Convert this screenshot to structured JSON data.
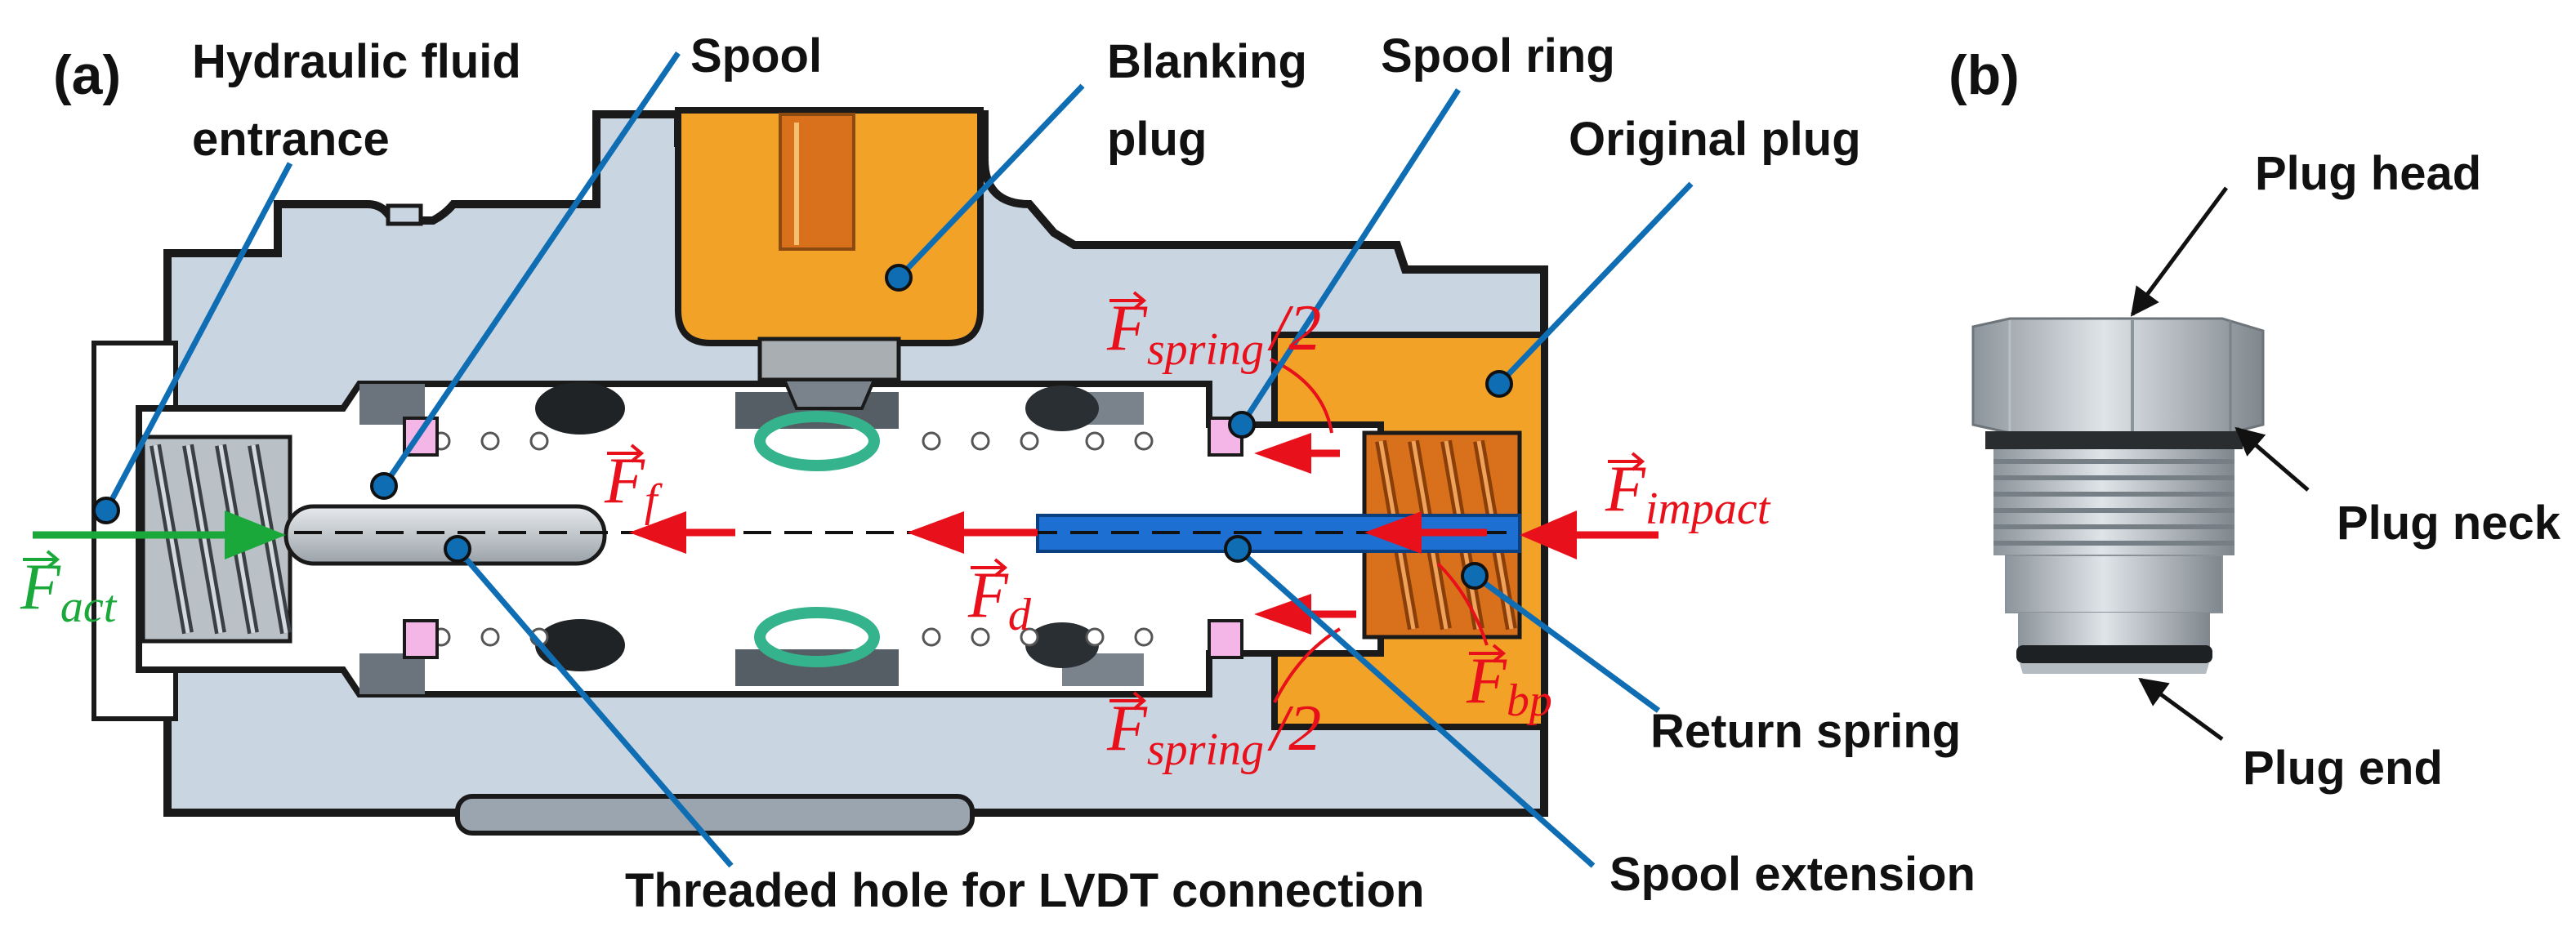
{
  "panels": {
    "a": "(a)",
    "b": "(b)"
  },
  "labels": {
    "hydraulic_line1": "Hydraulic fluid",
    "hydraulic_line2": "entrance",
    "spool": "Spool",
    "blanking_line1": "Blanking",
    "blanking_line2": "plug",
    "spool_ring": "Spool ring",
    "original_plug": "Original plug",
    "return_spring": "Return spring",
    "spool_extension": "Spool extension",
    "threaded_hole": "Threaded hole for LVDT connection",
    "plug_head": "Plug head",
    "plug_neck": "Plug neck",
    "plug_end": "Plug end"
  },
  "forces": {
    "spring_top": {
      "symbol": "F",
      "sub": "spring",
      "suffix": "/2"
    },
    "spring_bottom": {
      "symbol": "F",
      "sub": "spring",
      "suffix": "/2"
    },
    "impact": {
      "symbol": "F",
      "sub": "impact"
    },
    "f": {
      "symbol": "F",
      "sub": "f"
    },
    "d": {
      "symbol": "F",
      "sub": "d"
    },
    "bp": {
      "symbol": "F",
      "sub": "bp"
    },
    "act": {
      "symbol": "F",
      "sub": "act"
    }
  },
  "colors": {
    "body": "#c9d6e2",
    "body_dark": "#8a949e",
    "outline": "#1a1a1a",
    "plug_orange": "#f2a227",
    "spring_orange": "#d9701c",
    "leader_blue": "#0f6db3",
    "extension_blue": "#1d6fd1",
    "force_red": "#e8101a",
    "force_green": "#1aa83a",
    "ring_pink": "#f4b6e6",
    "seal_green": "#35b38c",
    "metal": "#a9aeb2"
  },
  "icons": {
    "force_arrow": "arrow-right-icon",
    "leader_dot": "dot-icon"
  }
}
